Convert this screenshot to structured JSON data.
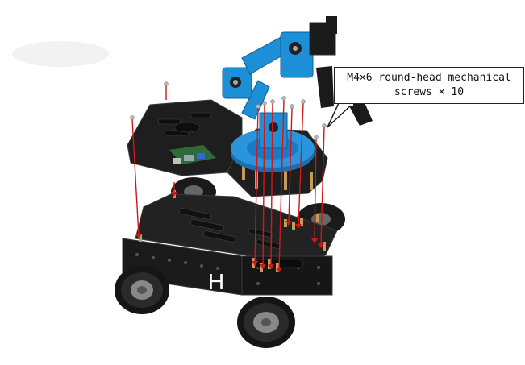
{
  "callout": {
    "line1": "M4×6 round-head mechanical",
    "line2": "screws × 10"
  },
  "logo_letter": "H",
  "colors": {
    "plate": "#1c1c1c",
    "plate_edge": "#3a3a3a",
    "arm_blue": "#1d8fd6",
    "arm_dark": "#1a1a1a",
    "screw_line": "#d01818",
    "standoff": "#c89a5a",
    "wheel_grey": "#8a8a8a",
    "board_green": "#2f6b3a"
  },
  "icons": [
    "mecanum-wheel",
    "robot-arm",
    "screw",
    "standoff",
    "raspberry-pi-board"
  ]
}
